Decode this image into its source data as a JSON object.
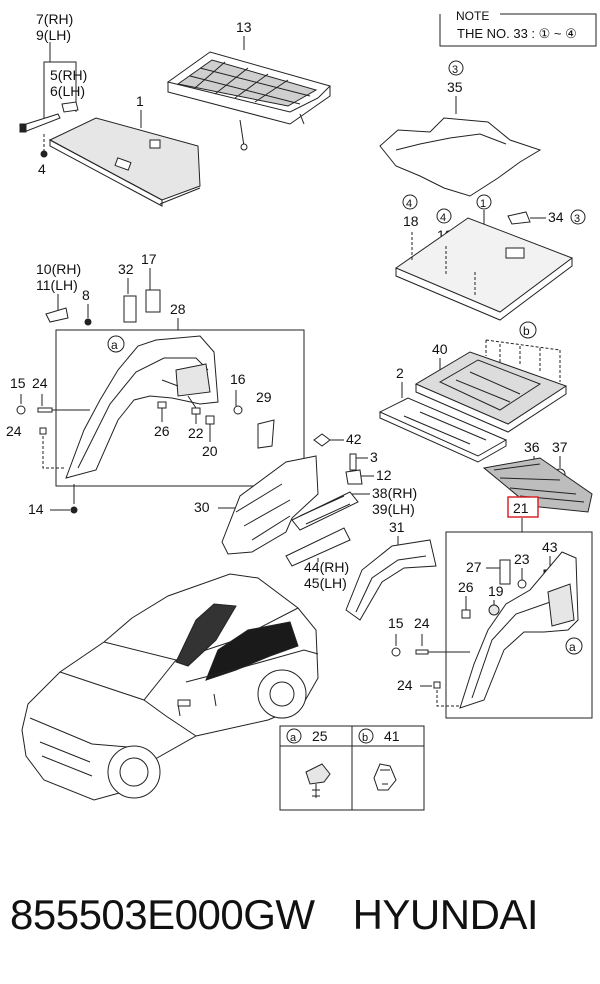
{
  "note": {
    "title": "NOTE",
    "text": "THE NO. 33 : ① ~ ④"
  },
  "labels": {
    "p7_9": "7(RH)",
    "p9": "9(LH)",
    "p5": "5(RH)",
    "p6": "6(LH)",
    "p4": "4",
    "p13": "13",
    "p1a": "1",
    "p35": "35",
    "c3": "3",
    "p18a": "18",
    "p18b": "18",
    "p18c": "18",
    "c4a": "4",
    "c4b": "4",
    "c4c": "4",
    "c1": "1",
    "p34": "34",
    "c3b": "3",
    "p10": "10(RH)",
    "p11": "11(LH)",
    "p8": "8",
    "p32": "32",
    "p17": "17",
    "p28": "28",
    "ca1": "a",
    "p15a": "15",
    "p24a": "24",
    "p16": "16",
    "p29": "29",
    "p26a": "26",
    "p22": "22",
    "p20": "20",
    "p24b": "24",
    "p14": "14",
    "cb1": "b",
    "p40": "40",
    "p2": "2",
    "p36": "36",
    "p37": "37",
    "p42": "42",
    "p3": "3",
    "p12": "12",
    "p38": "38(RH)",
    "p39": "39(LH)",
    "p30": "30",
    "p44": "44(RH)",
    "p45": "45(LH)",
    "p31": "31",
    "p21": "21",
    "p27": "27",
    "p23": "23",
    "p43": "43",
    "p26b": "26",
    "p19": "19",
    "ca2": "a",
    "p15b": "15",
    "p24c": "24",
    "p24d": "24",
    "legend_a": "a",
    "legend_25": "25",
    "legend_b": "b",
    "legend_41": "41"
  },
  "highlight_color": "#d9262c",
  "footer": {
    "part_number": "855503E000GW",
    "brand": "HYUNDAI"
  }
}
